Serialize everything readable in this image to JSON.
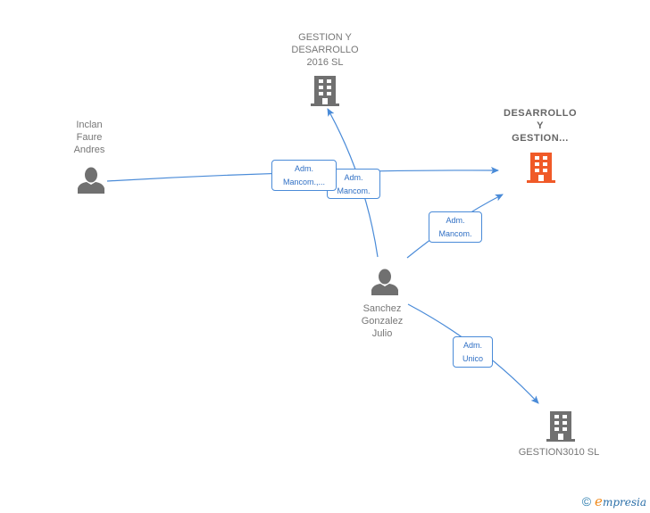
{
  "colors": {
    "edge": "#4a8bd8",
    "company_icon": "#707070",
    "company_highlight_icon": "#f05a28",
    "person_icon": "#707070"
  },
  "nodes": {
    "gestion_y_desarrollo": {
      "label": "GESTION Y\nDESARROLLO\n2016  SL",
      "type": "company",
      "icon": "building-icon"
    },
    "desarrollo_y_gestion": {
      "label": "DESARROLLO\nY\nGESTION...",
      "type": "company",
      "icon": "building-icon",
      "highlight": true
    },
    "inclan": {
      "label": "Inclan\nFaure\nAndres",
      "type": "person",
      "icon": "person-icon"
    },
    "sanchez": {
      "label": "Sanchez\nGonzalez\nJulio",
      "type": "person",
      "icon": "person-icon"
    },
    "gestion3010": {
      "label": "GESTION3010 SL",
      "type": "company",
      "icon": "building-icon"
    }
  },
  "edges": [
    {
      "from": "inclan",
      "to": "desarrollo_y_gestion",
      "label_line1": "Adm.",
      "label_line2": "Mancom.,..."
    },
    {
      "from": "sanchez",
      "to": "gestion_y_desarrollo",
      "label_line1": "Adm.",
      "label_line2": "Mancom."
    },
    {
      "from": "sanchez",
      "to": "desarrollo_y_gestion",
      "label_line1": "Adm.",
      "label_line2": "Mancom."
    },
    {
      "from": "sanchez",
      "to": "gestion3010",
      "label_line1": "Adm.",
      "label_line2": "Unico"
    }
  ],
  "footer": {
    "copyright": "©",
    "brand_initial": "e",
    "brand_rest": "mpresia"
  }
}
